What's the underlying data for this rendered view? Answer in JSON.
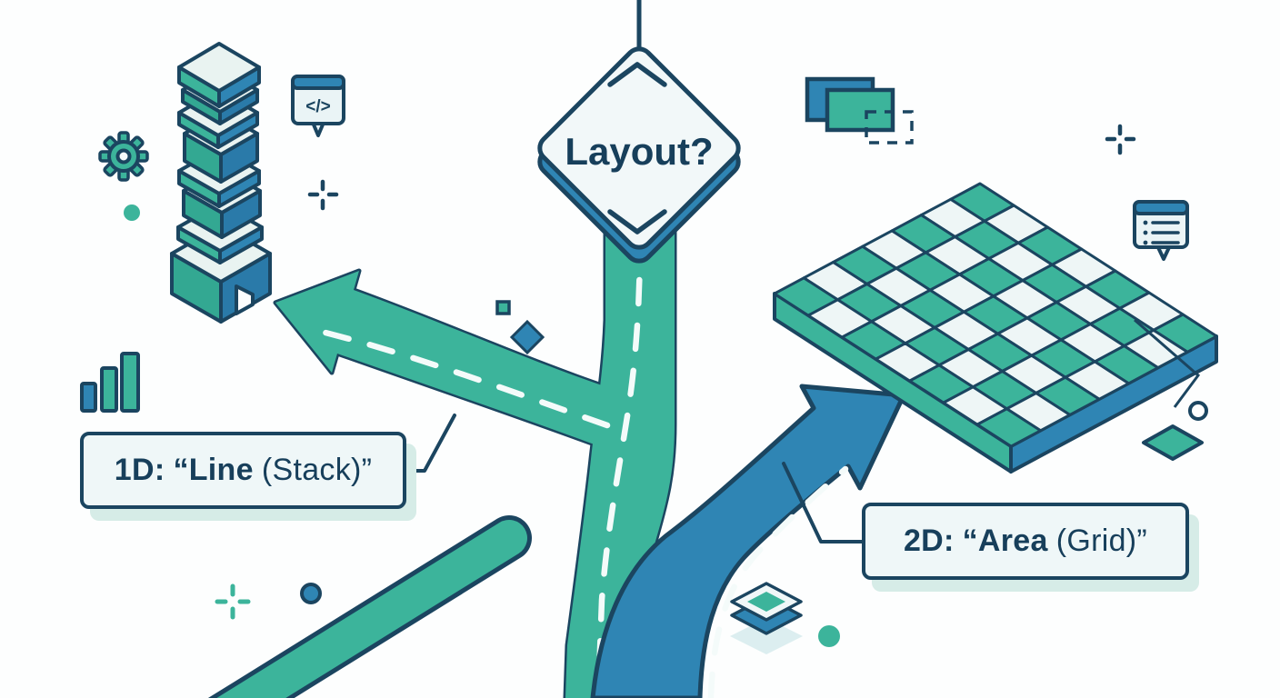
{
  "decision": {
    "label": "Layout?"
  },
  "branches": {
    "left": {
      "prefix": "1D:",
      "quoted": "“Line",
      "secondary": "(Stack)”"
    },
    "right": {
      "prefix": "2D:",
      "quoted": "“Area",
      "secondary": "(Grid)”"
    }
  },
  "icons": {
    "code_glyph": "</>",
    "names": [
      "gear-icon",
      "code-snippet-icon",
      "bar-chart-icon",
      "overlapping-rects-icon",
      "selection-brackets-icon",
      "list-bubble-icon",
      "layers-icon",
      "plus-icon",
      "crosshair-icon",
      "dot"
    ]
  },
  "colors": {
    "teal": "#3CB49B",
    "teal_dark": "#33A892",
    "blue": "#2F85B4",
    "blue_dark": "#2A7AA9",
    "navy_outline": "#1B4560",
    "text_navy": "#173F5B",
    "light_fill": "#EFF7F8",
    "box_shadow": "#D6ECE7",
    "road_dash": "#F4FBFA",
    "background": "#FDFEFE"
  }
}
